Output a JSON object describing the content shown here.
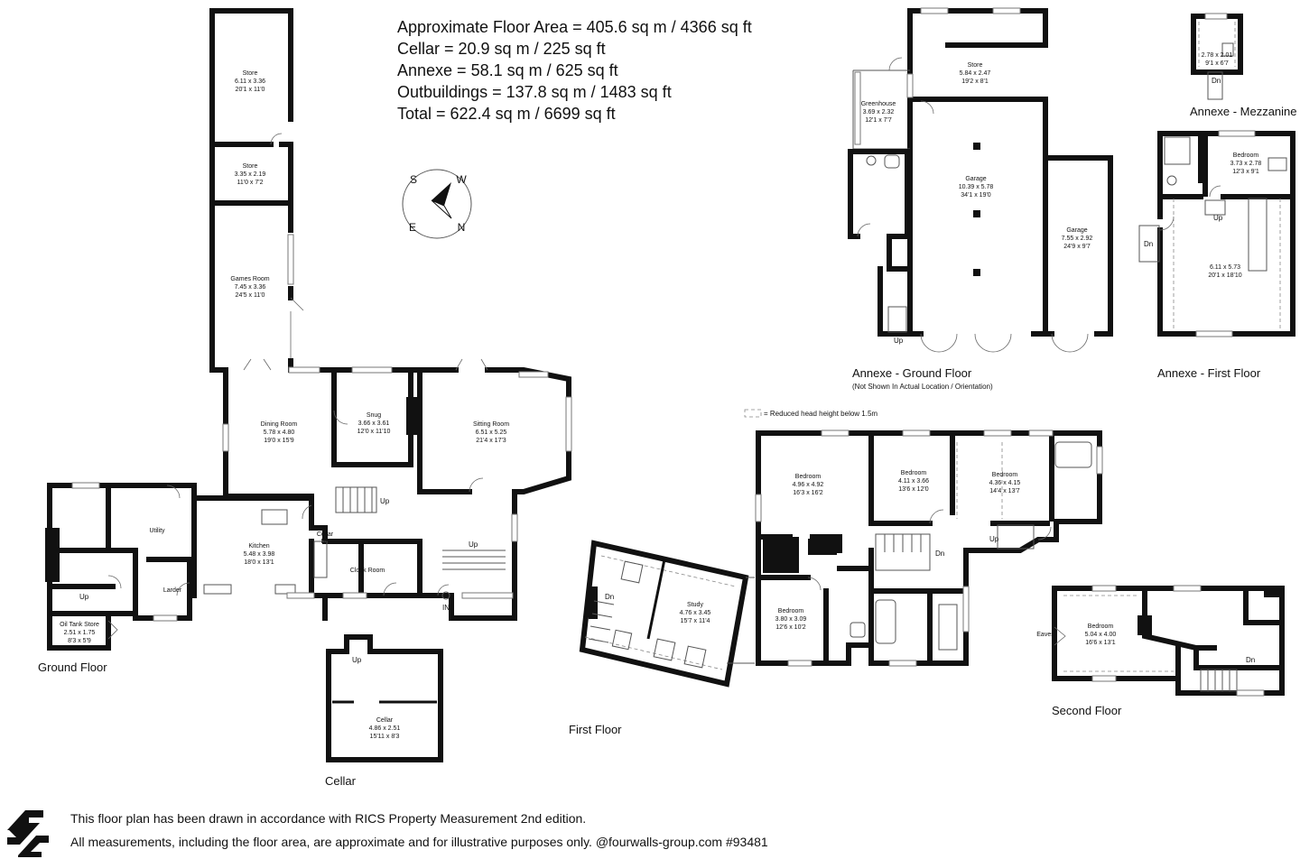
{
  "header": {
    "lines": [
      "Approximate Floor Area = 405.6 sq m / 4366 sq ft",
      "Cellar = 20.9 sq m / 225 sq ft",
      "Annexe = 58.1 sq m / 625 sq ft",
      "Outbuildings = 137.8 sq m / 1483 sq ft",
      "Total = 622.4 sq m / 6699 sq ft"
    ]
  },
  "compass": {
    "s": "S",
    "w": "W",
    "e": "E",
    "n": "N"
  },
  "floors": {
    "ground": "Ground Floor",
    "cellar": "Cellar",
    "first": "First Floor",
    "second": "Second Floor",
    "annexe_ground": "Annexe - Ground Floor",
    "annexe_ground_note": "(Not Shown In Actual Location / Orientation)",
    "annexe_first": "Annexe - First Floor",
    "annexe_mezz": "Annexe - Mezzanine"
  },
  "legend": {
    "reduced_head": "= Reduced head height below 1.5m"
  },
  "rooms": {
    "store1": {
      "name": "Store",
      "m": "6.11 x 3.36",
      "ft": "20'1 x 11'0"
    },
    "store2": {
      "name": "Store",
      "m": "3.35 x 2.19",
      "ft": "11'0 x 7'2"
    },
    "games": {
      "name": "Games Room",
      "m": "7.45 x 3.36",
      "ft": "24'5 x 11'0"
    },
    "dining": {
      "name": "Dining Room",
      "m": "5.78 x 4.80",
      "ft": "19'0 x 15'9"
    },
    "snug": {
      "name": "Snug",
      "m": "3.66 x 3.61",
      "ft": "12'0 x 11'10"
    },
    "sitting": {
      "name": "Sitting Room",
      "m": "6.51 x 5.25",
      "ft": "21'4 x 17'3"
    },
    "kitchen": {
      "name": "Kitchen",
      "m": "5.48 x 3.98",
      "ft": "18'0 x 13'1"
    },
    "utility": {
      "name": "Utility"
    },
    "larder": {
      "name": "Larder"
    },
    "cloak": {
      "name": "Cloak Room"
    },
    "oiltank": {
      "name": "Oil Tank Store",
      "m": "2.51 x 1.75",
      "ft": "8'3 x 5'9"
    },
    "cellar": {
      "name": "Cellar",
      "m": "4.86 x 2.51",
      "ft": "15'11 x 8'3"
    },
    "study": {
      "name": "Study",
      "m": "4.76 x 3.45",
      "ft": "15'7 x 11'4"
    },
    "bed1": {
      "name": "Bedroom",
      "m": "4.96 x 4.92",
      "ft": "16'3 x 16'2"
    },
    "bed2": {
      "name": "Bedroom",
      "m": "4.11 x 3.66",
      "ft": "13'6 x 12'0"
    },
    "bed3": {
      "name": "Bedroom",
      "m": "4.36 x 4.15",
      "ft": "14'4 x 13'7"
    },
    "bed4": {
      "name": "Bedroom",
      "m": "3.80 x 3.09",
      "ft": "12'6 x 10'2"
    },
    "bed5": {
      "name": "Bedroom",
      "m": "5.04 x 4.00",
      "ft": "16'6 x 13'1"
    },
    "eaves": {
      "name": "Eaves"
    },
    "greenhouse": {
      "name": "Greenhouse",
      "m": "3.69 x 2.32",
      "ft": "12'1 x 7'7"
    },
    "store3": {
      "name": "Store",
      "m": "5.84 x 2.47",
      "ft": "19'2 x 8'1"
    },
    "garage1": {
      "name": "Garage",
      "m": "10.39 x 5.78",
      "ft": "34'1 x 19'0"
    },
    "garage2": {
      "name": "Garage",
      "m": "7.55 x 2.92",
      "ft": "24'9 x 9'7"
    },
    "annexe_bed": {
      "name": "Bedroom",
      "m": "3.73 x 2.78",
      "ft": "12'3 x 9'1"
    },
    "annexe_main": {
      "m": "6.11 x 5.73",
      "ft": "20'1 x 18'10"
    },
    "mezz": {
      "m": "2.78 x 2.01",
      "ft": "9'1 x 6'7"
    }
  },
  "marks": {
    "up": "Up",
    "dn": "Dn",
    "in": "IN",
    "cellar_dn": "Cellar"
  },
  "footer": {
    "line1": "This floor plan has been drawn in accordance with RICS Property Measurement 2nd edition.",
    "line2": "All measurements, including the floor area, are approximate and for illustrative purposes only. @fourwalls-group.com #93481"
  }
}
